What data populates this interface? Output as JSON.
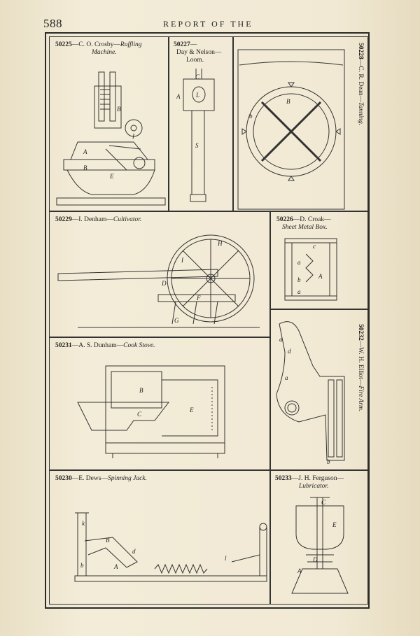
{
  "header": {
    "page_number": "588",
    "running_title": "REPORT OF THE"
  },
  "figures": {
    "f50225": {
      "number": "50225",
      "name": "C. O. Crosby",
      "subject_line1": "Ruffling",
      "subject_line2": "Machine."
    },
    "f50227": {
      "number": "50227",
      "name_line1": "Day & Nelson",
      "subject": "Loom."
    },
    "f50228": {
      "number": "50228",
      "name": "C. R. Dean",
      "subject": "Tanning."
    },
    "f50229": {
      "number": "50229",
      "name": "I. Denham",
      "subject": "Cultivator."
    },
    "f50226": {
      "number": "50226",
      "name": "D. Croak",
      "subject": "Sheet Metal Box."
    },
    "f50231": {
      "number": "50231",
      "name": "A. S. Dunham",
      "subject": "Cook Stove."
    },
    "f50232": {
      "number": "50232",
      "name": "W. H. Elliot",
      "subject": "Fire Arm."
    },
    "f50230": {
      "number": "50230",
      "name": "E. Dews",
      "subject": "Spinning Jack."
    },
    "f50233": {
      "number": "50233",
      "name": "J. H. Ferguson",
      "subject": "Lubricator."
    }
  }
}
